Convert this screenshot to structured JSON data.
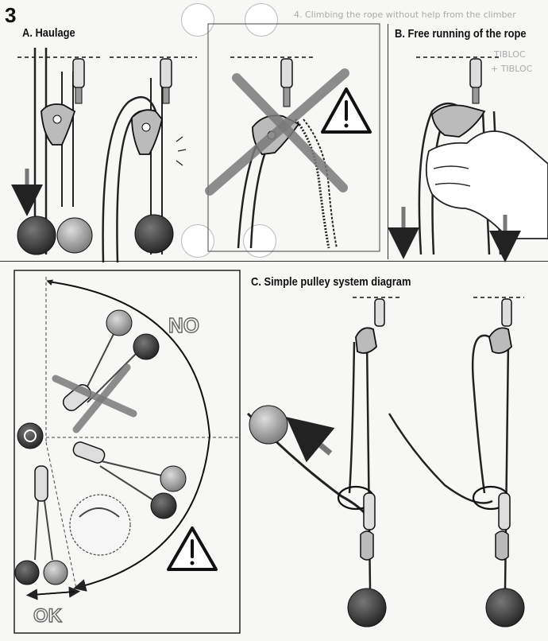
{
  "page": {
    "step_number": "3",
    "bg_header_text": "4. Climbing the rope without help from the climber",
    "bg_corner_text_1": "TIBLOC",
    "bg_corner_text_2": "+ TIBLOC"
  },
  "sections": {
    "haulage": {
      "title": "A. Haulage"
    },
    "free_running": {
      "title": "B. Free running of the rope"
    },
    "pulley": {
      "title": "C. Simple pulley system diagram"
    }
  },
  "angle_panel": {
    "no_label": "NO",
    "ok_label": "OK"
  },
  "colors": {
    "ink": "#1a1a1a",
    "rope": "#555555",
    "cross": "#7a7a7a",
    "ball_dark": "#2e2e2e",
    "ball_light": "#8a8a8a"
  },
  "icons": [
    "hand-pull-icon",
    "rescuer-load-icon",
    "warning-triangle-icon",
    "carabiner-icon",
    "tibloc-device-icon",
    "anchor-icon",
    "arrow-icon"
  ]
}
